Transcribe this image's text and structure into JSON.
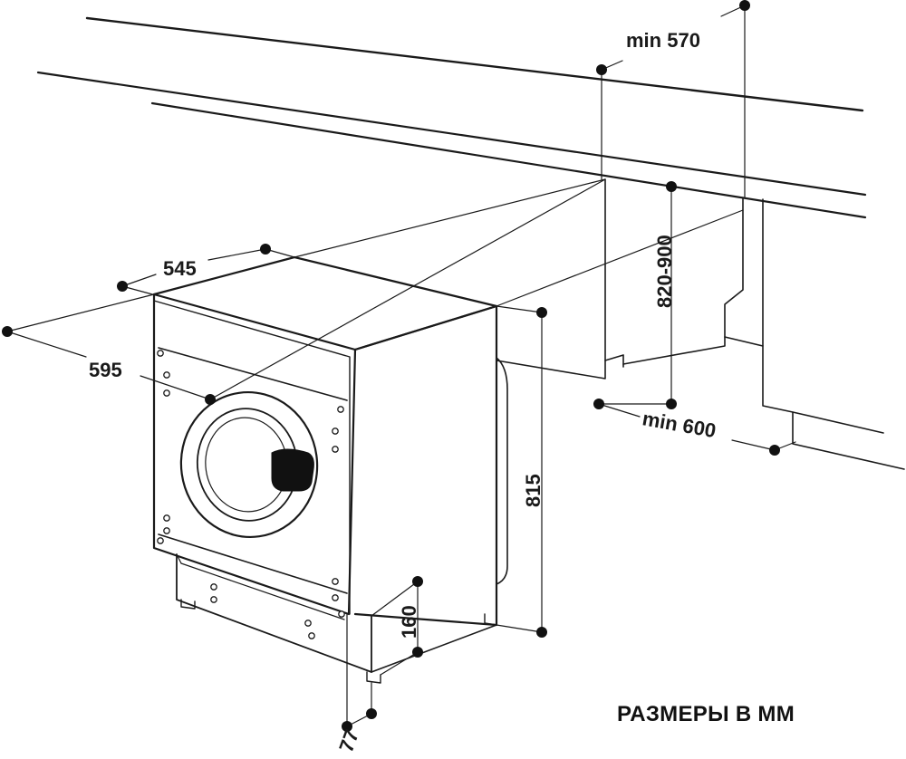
{
  "caption": "РАЗМЕРЫ В ММ",
  "dimensions": {
    "min_570": "min 570",
    "height_range": "820-900",
    "min_600": "min 600",
    "depth_545": "545",
    "width_595": "595",
    "height_815": "815",
    "plinth_160": "160",
    "offset_77": "77"
  },
  "colors": {
    "line": "#1a1a1a",
    "background": "#ffffff"
  }
}
